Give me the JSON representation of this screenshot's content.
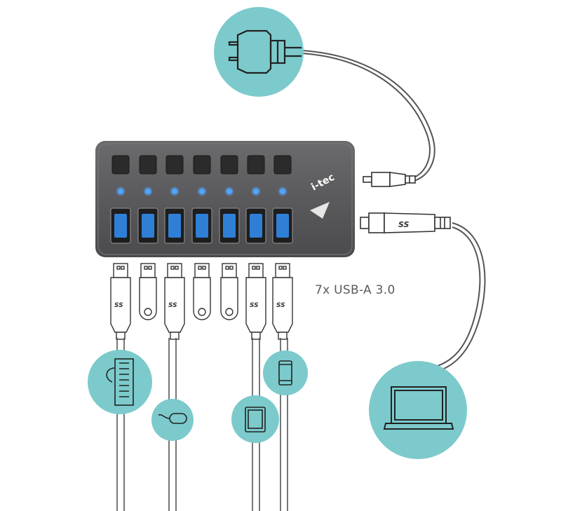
{
  "hub": {
    "brand": "i-tec",
    "ports": 7,
    "port_color": "#2f7fd6",
    "led_color": "#4fa6ff",
    "body_color": "#5b5b5d"
  },
  "caption": "7x USB-A 3.0",
  "connector_logo": "SS",
  "accent_circle_color": "#7ccacc",
  "devices": [
    "power-plug-icon",
    "keyboard-icon",
    "mouse-icon",
    "tablet-icon",
    "phone-icon",
    "laptop-icon"
  ]
}
